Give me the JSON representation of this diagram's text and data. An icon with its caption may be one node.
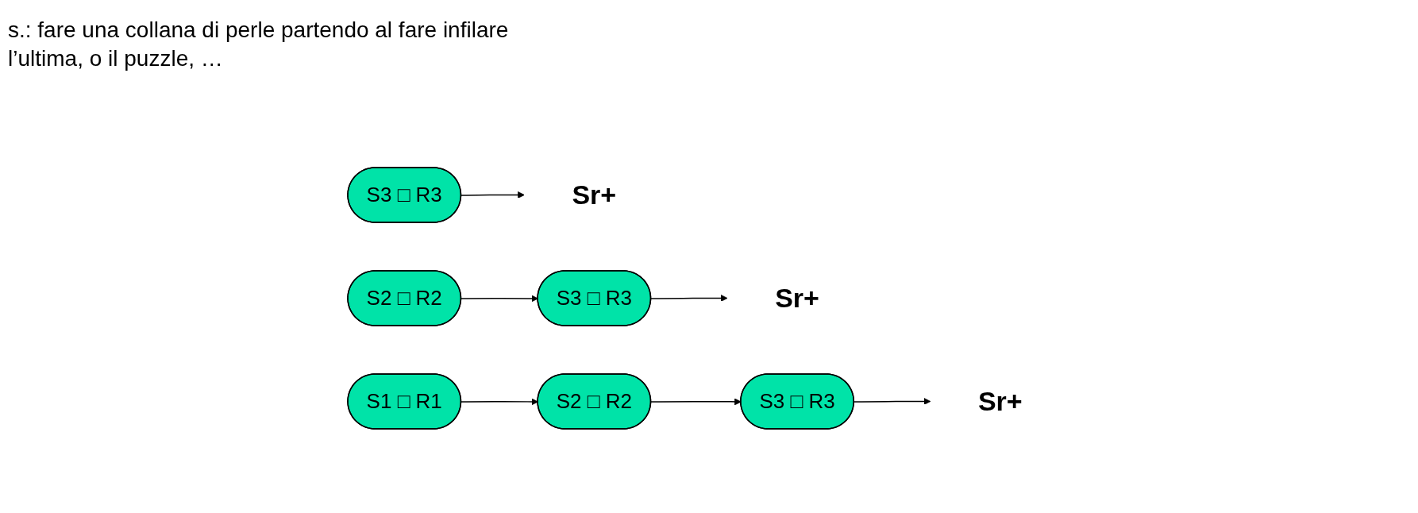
{
  "diagram": {
    "nodes": [
      {
        "text": [
          "S3 □ R3"
        ]
      },
      {
        "text": [
          "Sr+"
        ]
      },
      {
        "text": [
          "S2 □ R2"
        ]
      },
      {
        "text": [
          "S3 □ R3"
        ]
      },
      {
        "text": [
          "Sr+"
        ]
      },
      {
        "text": [
          "S1 □ R1"
        ]
      },
      {
        "text": [
          "S2 □ R2"
        ]
      },
      {
        "text": [
          "S3 □ R3"
        ]
      },
      {
        "text": [
          "Sr+"
        ]
      }
    ],
    "edges": [
      {
        "from": 0,
        "to": 1,
        "arrow": "to"
      },
      {
        "from": 2,
        "to": 3,
        "arrow": "to"
      },
      {
        "from": 3,
        "to": 4,
        "arrow": "to"
      },
      {
        "from": 5,
        "to": 6,
        "arrow": "to"
      },
      {
        "from": 6,
        "to": 7,
        "arrow": "to"
      },
      {
        "from": 7,
        "to": 8,
        "arrow": "to"
      }
    ],
    "labels": [
      "s.: fare una collana di perle partendo al fare infilare l’ultima, o il puzzle, …"
    ]
  }
}
